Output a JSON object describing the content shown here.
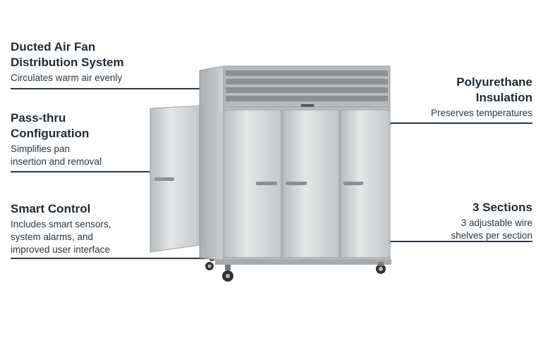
{
  "callouts": {
    "ducted": {
      "title_line1": "Ducted Air Fan",
      "title_line2": "Distribution System",
      "desc_line1": "Circulates warm air evenly"
    },
    "passthru": {
      "title_line1": "Pass-thru",
      "title_line2": "Configuration",
      "desc_line1": "Simplifies pan",
      "desc_line2": "insertion and removal"
    },
    "smart": {
      "title_line1": "Smart Control",
      "desc_line1": "Includes smart sensors,",
      "desc_line2": "system alarms, and",
      "desc_line3": "improved user interface"
    },
    "insulation": {
      "title_line1": "Polyurethane",
      "title_line2": "Insulation",
      "desc_line1": "Preserves temperatures"
    },
    "sections": {
      "title_line1": "3 Sections",
      "desc_line1": "3 adjustable wire",
      "desc_line2": "shelves per section"
    }
  },
  "colors": {
    "text": "#1f2a33",
    "leader": "#2b3a45",
    "steel": "#c9ccce"
  }
}
